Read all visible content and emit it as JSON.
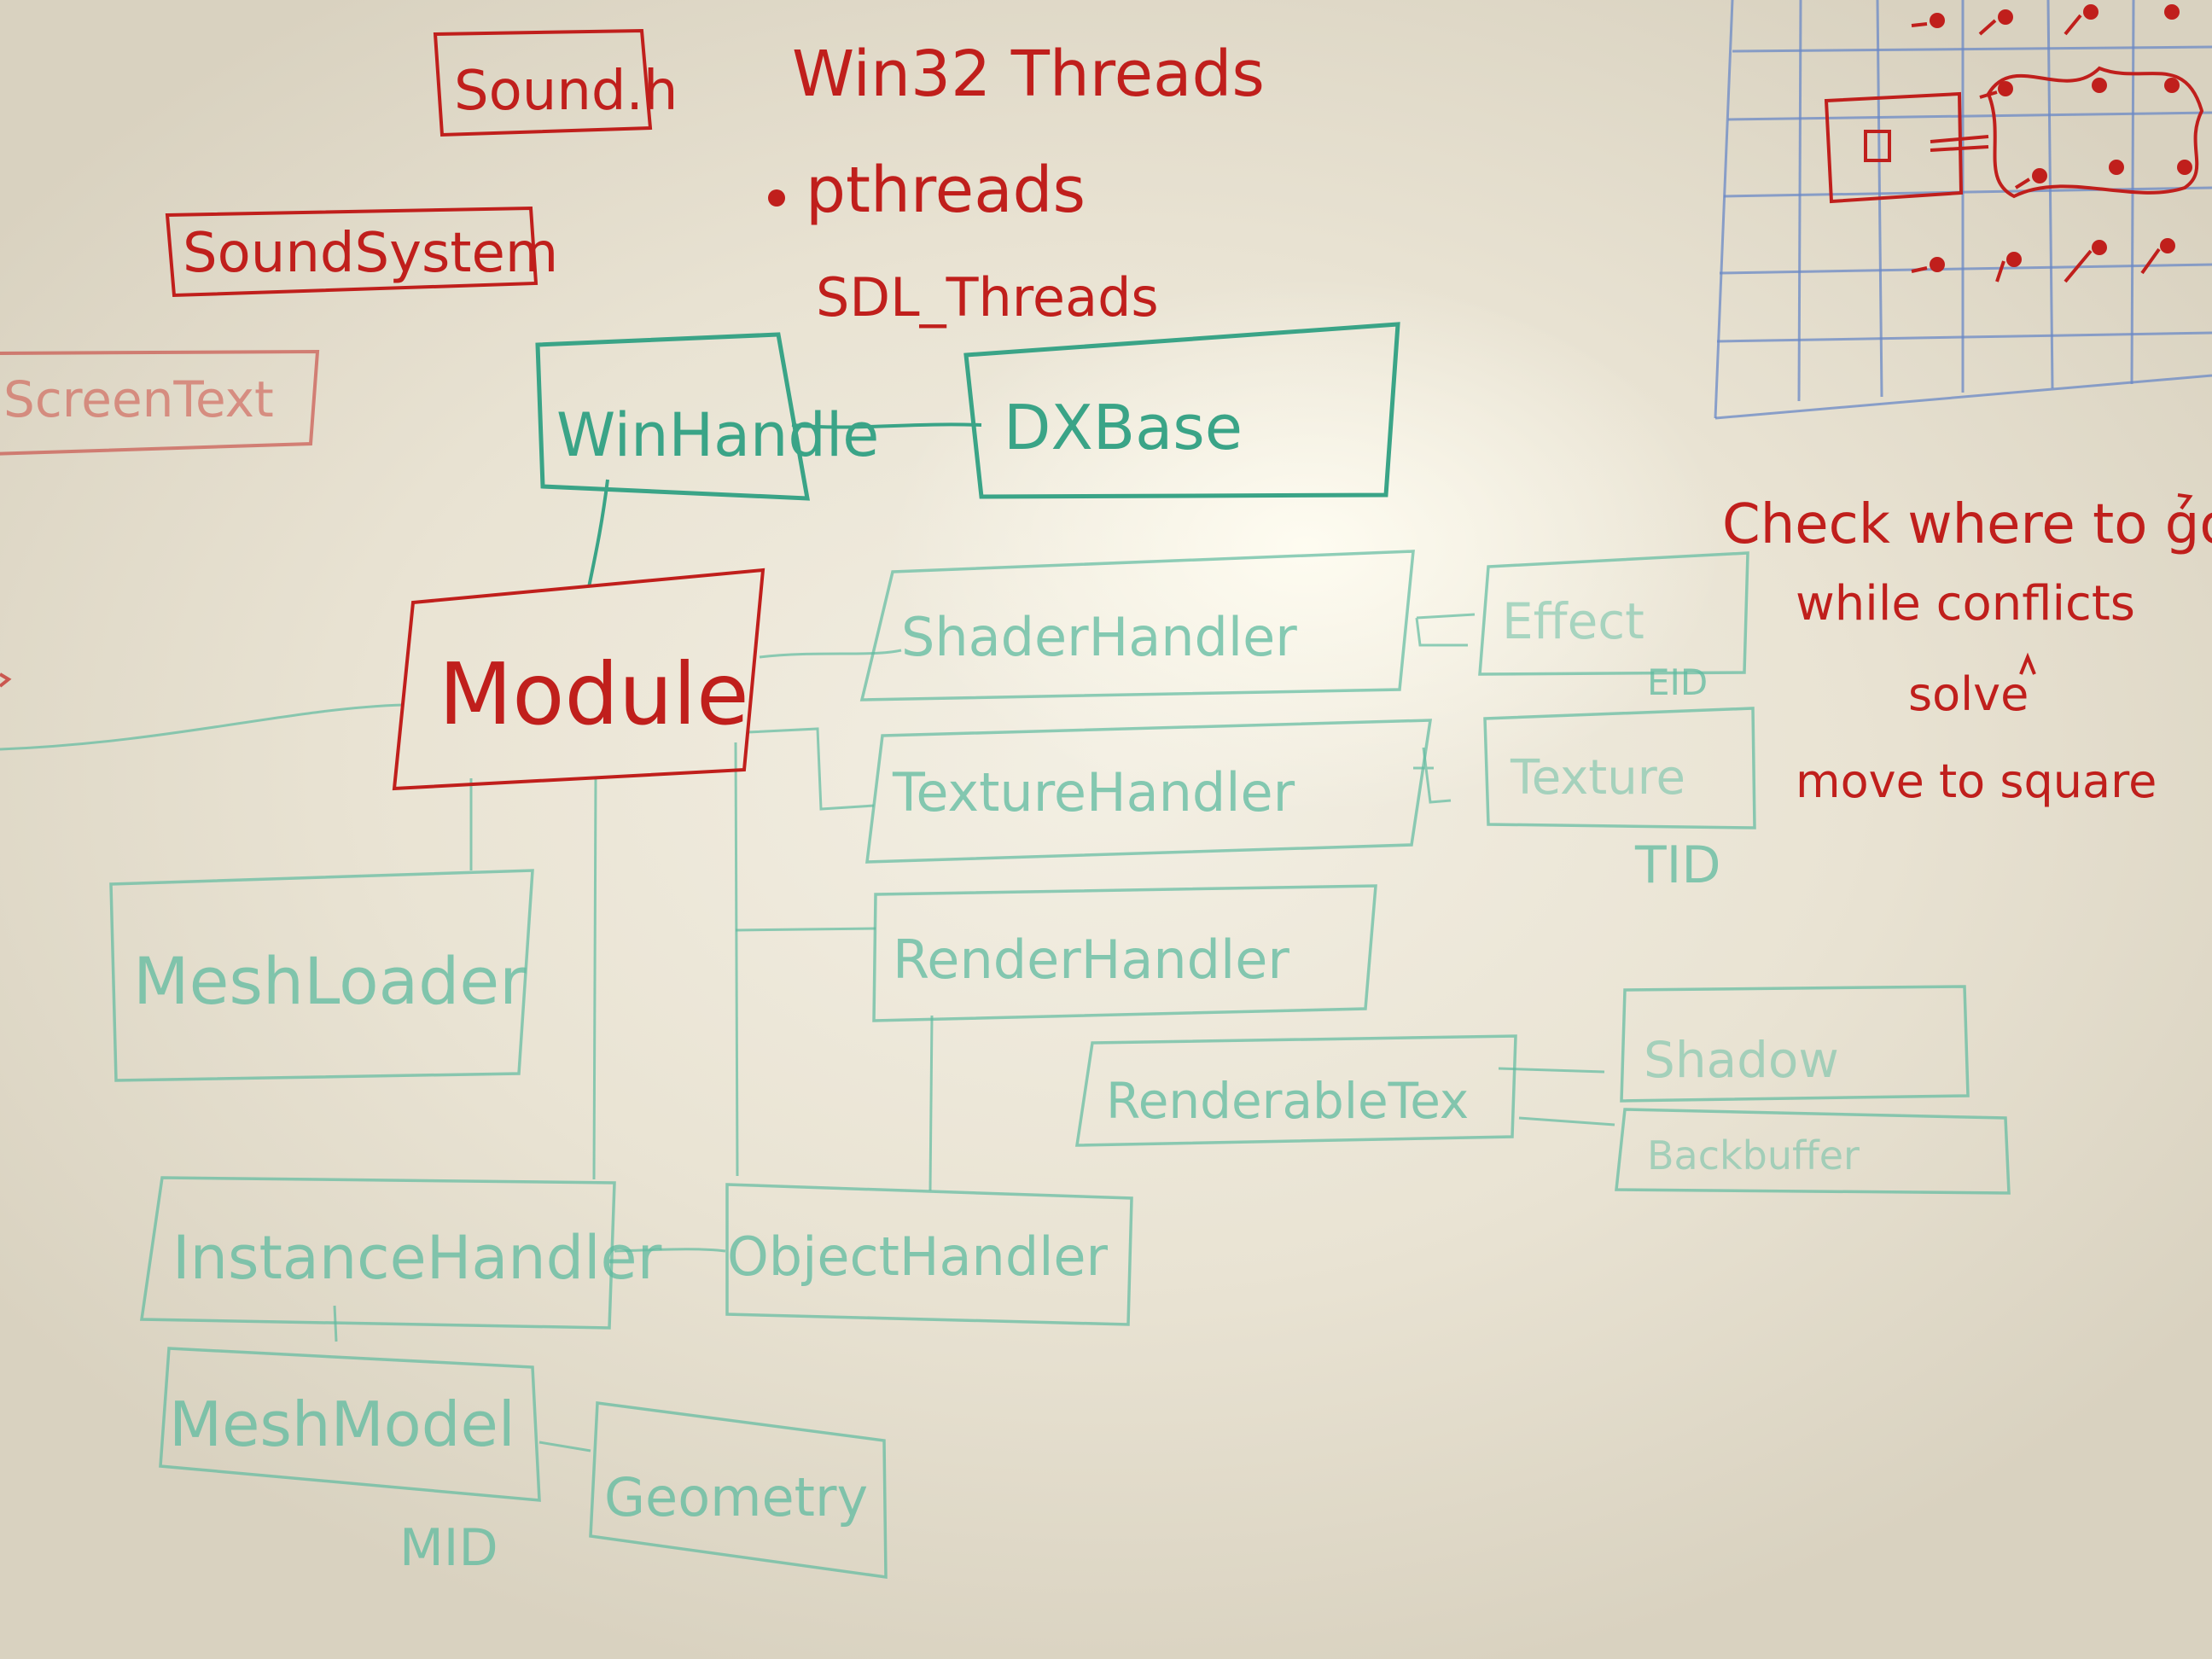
{
  "board": {
    "colors": {
      "red": "#c01f1c",
      "green": "#3aa487",
      "blue": "#4b6fb8",
      "background": "#ece6d6"
    }
  },
  "notes": {
    "sound_h": "Sound.h",
    "sound_system": "SoundSystem",
    "screen_text": "ScreenText",
    "threads_1": "Win32 Threads",
    "threads_2": "pthreads",
    "threads_3": "SDL_Threads",
    "check_1": "Check where to go",
    "check_2": "while conflicts",
    "check_3": "solve",
    "check_4": "move to square"
  },
  "nodes": {
    "win_handle": "WinHandle",
    "dx_base": "DXBase",
    "module": "Module",
    "shader_handler": "ShaderHandler",
    "effect": "Effect",
    "eid": "EID",
    "texture_handler": "TextureHandler",
    "texture": "Texture",
    "tid": "TID",
    "render_handler": "RenderHandler",
    "renderable_tex": "RenderableTex",
    "shadow": "Shadow",
    "backbuffer": "Backbuffer",
    "mesh_loader": "MeshLoader",
    "instance_handler": "InstanceHandler",
    "object_handler": "ObjectHandler",
    "mesh_model": "MeshModel",
    "mid": "MID",
    "geometry": "Geometry"
  }
}
